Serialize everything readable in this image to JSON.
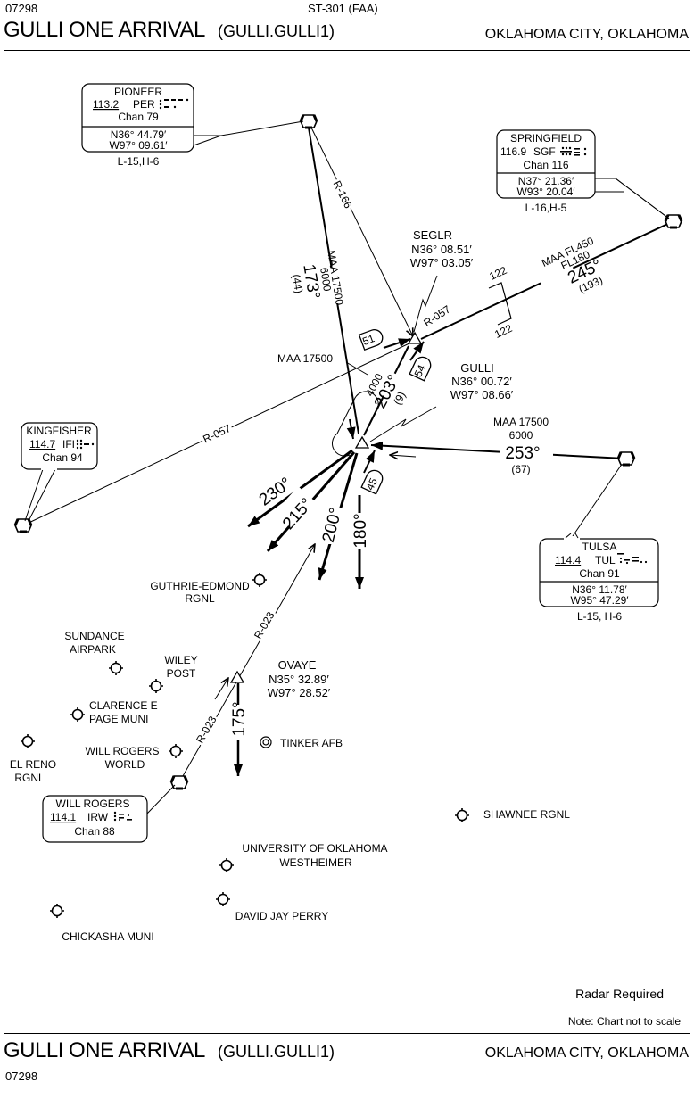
{
  "header": {
    "chart_number": "07298",
    "chart_id": "ST-301 (FAA)",
    "title": "GULLI ONE ARRIVAL",
    "code": "(GULLI.GULLI1)",
    "city": "OKLAHOMA CITY, OKLAHOMA"
  },
  "footer": {
    "title": "GULLI ONE ARRIVAL",
    "code": "(GULLI.GULLI1)",
    "city": "OKLAHOMA CITY, OKLAHOMA",
    "chart_number": "07298"
  },
  "notes": {
    "radar": "Radar Required",
    "scale": "Note: Chart not to scale"
  },
  "navaids": {
    "pioneer": {
      "name": "PIONEER",
      "freq": "113.2",
      "ident": "PER",
      "chan": "Chan 79",
      "lat": "N36° 44.79′",
      "lon": "W97° 09.61′",
      "charts": "L-15,H-6"
    },
    "springfield": {
      "name": "SPRINGFIELD",
      "freq": "116.9",
      "ident": "SGF",
      "chan": "Chan 116",
      "lat": "N37° 21.36′",
      "lon": "W93° 20.04′",
      "charts": "L-16,H-5"
    },
    "kingfisher": {
      "name": "KINGFISHER",
      "freq": "114.7",
      "ident": "IFI",
      "chan": "Chan 94"
    },
    "tulsa": {
      "name": "TULSA",
      "freq": "114.4",
      "ident": "TUL",
      "chan": "Chan 91",
      "lat": "N36° 11.78′",
      "lon": "W95° 47.29′",
      "charts": "L-15, H-6"
    },
    "will_rogers": {
      "name": "WILL ROGERS",
      "freq": "114.1",
      "ident": "IRW",
      "chan": "Chan 88"
    }
  },
  "fixes": {
    "seglr": {
      "name": "SEGLR",
      "lat": "N36° 08.51′",
      "lon": "W97° 03.05′"
    },
    "gulli": {
      "name": "GULLI",
      "lat": "N36° 00.72′",
      "lon": "W97° 08.66′"
    },
    "ovaye": {
      "name": "OVAYE",
      "lat": "N35° 32.89′",
      "lon": "W97° 28.52′"
    }
  },
  "routes": {
    "per_radial": "R-166",
    "per_maa": "MAA 17500",
    "per_mea": "6000",
    "per_course": "173°",
    "per_dist": "(44)",
    "sgf_maa": "MAA FL450",
    "sgf_mea": "FL180",
    "sgf_course": "245°",
    "sgf_dist": "(193)",
    "sgf_radial": "R-057",
    "changeover_1": "122",
    "changeover_2": "122",
    "ifi_radial": "R-057",
    "ifi_maa": "MAA 17500",
    "seglr_mea": "4000",
    "seglr_course": "203°",
    "seglr_dist": "(9)",
    "tul_maa": "MAA 17500",
    "tul_mea": "6000",
    "tul_course": "253°",
    "tul_dist": "(67)",
    "irw_radial_1": "R-023",
    "irw_radial_2": "R-023",
    "ovaye_course": "175°",
    "vector_230": "230°",
    "vector_215": "215°",
    "vector_200": "200°",
    "vector_180": "180°",
    "speed_51": "51",
    "speed_54": "54",
    "speed_45": "45"
  },
  "airports": {
    "guthrie": [
      "GUTHRIE-EDMOND",
      "RGNL"
    ],
    "sundance": [
      "SUNDANCE",
      "AIRPARK"
    ],
    "wiley": [
      "WILEY",
      "POST"
    ],
    "clarence": [
      "CLARENCE E",
      "PAGE MUNI"
    ],
    "el_reno": [
      "EL RENO",
      "RGNL"
    ],
    "will_rogers_world": [
      "WILL ROGERS",
      "WORLD"
    ],
    "tinker": "TINKER AFB",
    "shawnee": "SHAWNEE RGNL",
    "ou": [
      "UNIVERSITY OF OKLAHOMA",
      "WESTHEIMER"
    ],
    "david_jay_perry": "DAVID JAY PERRY",
    "chickasha": "CHICKASHA MUNI"
  }
}
